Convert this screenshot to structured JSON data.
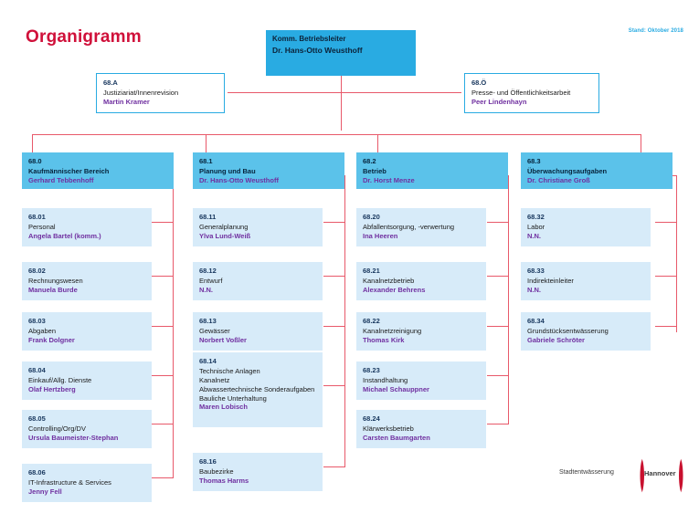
{
  "header": {
    "title": "Organigramm",
    "date_stamp": "Stand: Oktober 2018"
  },
  "leader": {
    "role": "Komm. Betriebsleiter",
    "person": "Dr. Hans-Otto Weusthoff"
  },
  "staff": [
    {
      "code": "68.A",
      "desc": "Justiziariat/Innenrevision",
      "person": "Martin Kramer"
    },
    {
      "code": "68.Ö",
      "desc": "Presse- und Öffentlichkeitsarbeit",
      "person": "Peer Lindenhayn"
    }
  ],
  "departments": [
    {
      "code": "68.0",
      "desc": "Kaufmännischer Bereich",
      "person": "Gerhard Tebbenhoff",
      "units": [
        {
          "code": "68.01",
          "desc": "Personal",
          "person": "Angela Bartel (komm.)"
        },
        {
          "code": "68.02",
          "desc": "Rechnungswesen",
          "person": "Manuela Burde"
        },
        {
          "code": "68.03",
          "desc": "Abgaben",
          "person": "Frank Dolgner"
        },
        {
          "code": "68.04",
          "desc": "Einkauf/Allg. Dienste",
          "person": "Olaf Hertzberg"
        },
        {
          "code": "68.05",
          "desc": "Controlling/Org/DV",
          "person": "Ursula Baumeister-Stephan"
        },
        {
          "code": "68.06",
          "desc": "IT-Infrastructure & Services",
          "person": "Jenny Fell"
        }
      ]
    },
    {
      "code": "68.1",
      "desc": "Planung und Bau",
      "person": "Dr. Hans-Otto Weusthoff",
      "units": [
        {
          "code": "68.11",
          "desc": "Generalplanung",
          "person": "Ylva Lund-Weiß"
        },
        {
          "code": "68.12",
          "desc": "Entwurf",
          "person": "N.N."
        },
        {
          "code": "68.13",
          "desc": "Gewässer",
          "person": "Norbert Voßler"
        },
        {
          "code": "68.14",
          "desc": "Technische Anlagen",
          "desc2": "Kanalnetz",
          "desc3": "Abwassertechnische Sonderaufgaben",
          "desc4": "Bauliche Unterhaltung",
          "person": "Maren Lobisch"
        },
        {
          "code": "68.16",
          "desc": "Baubezirke",
          "person": "Thomas Harms"
        }
      ]
    },
    {
      "code": "68.2",
      "desc": "Betrieb",
      "person": "Dr. Horst Menze",
      "units": [
        {
          "code": "68.20",
          "desc": "Abfallentsorgung, -verwertung",
          "person": "Ina Heeren"
        },
        {
          "code": "68.21",
          "desc": "Kanalnetzbetrieb",
          "person": "Alexander Behrens"
        },
        {
          "code": "68.22",
          "desc": "Kanalnetzreinigung",
          "person": "Thomas Kirk"
        },
        {
          "code": "68.23",
          "desc": "Instandhaltung",
          "person": "Michael Schauppner"
        },
        {
          "code": "68.24",
          "desc": "Klärwerksbetrieb",
          "person": "Carsten Baumgarten"
        }
      ]
    },
    {
      "code": "68.3",
      "desc": "Überwachungsaufgaben",
      "person": "Dr. Christiane Groß",
      "units": [
        {
          "code": "68.32",
          "desc": "Labor",
          "person": "N.N."
        },
        {
          "code": "68.33",
          "desc": "Indirekteinleiter",
          "person": "N.N."
        },
        {
          "code": "68.34",
          "desc": "Grundstücksentwässerung",
          "person": "Gabriele Schröter"
        }
      ]
    }
  ],
  "logo": {
    "name": "Stadtentwässerung",
    "city": "Hannover"
  },
  "colors": {
    "title_red": "#d0103a",
    "leader_blue": "#29ABE2",
    "dept_blue": "#5BC2EA",
    "unit_blue": "#D7EBF9",
    "connector_red": "#e8596a",
    "person_purple": "#7030a0",
    "logo_red": "#c8102e"
  }
}
